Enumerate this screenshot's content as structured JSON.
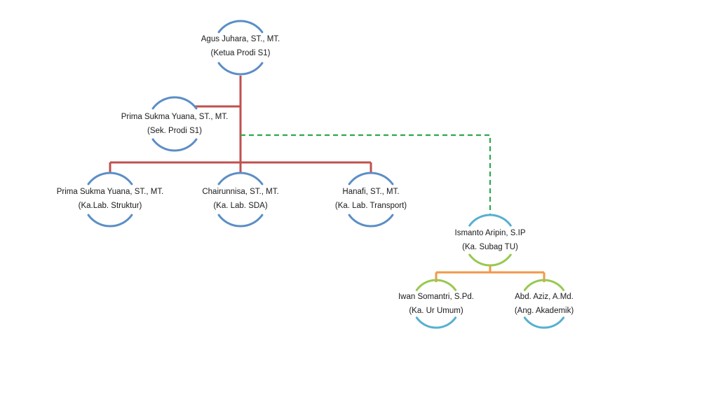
{
  "org_chart": {
    "head": {
      "name": "Agus Juhara, ST., MT.",
      "role": "(Ketua Prodi S1)",
      "color": "#5b8ec6"
    },
    "secretary": {
      "name": "Prima Sukma Yuana, ST., MT.",
      "role": "(Sek. Prodi S1)",
      "color": "#5b8ec6"
    },
    "labs": [
      {
        "name": "Prima Sukma Yuana, ST., MT.",
        "role": "(Ka.Lab. Struktur)",
        "color": "#5b8ec6"
      },
      {
        "name": "Chairunnisa, ST., MT.",
        "role": "(Ka. Lab. SDA)",
        "color": "#5b8ec6"
      },
      {
        "name": "Hanafi, ST., MT.",
        "role": "(Ka. Lab. Transport)",
        "color": "#5b8ec6"
      }
    ],
    "admin_head": {
      "name": "Ismanto Aripin, S.IP",
      "role": "(Ka. Subag TU)",
      "color_top": "#56b0cf",
      "color_bottom": "#97c94f"
    },
    "staff": [
      {
        "name": "Iwan Somantri, S.Pd.",
        "role": "(Ka. Ur Umum)",
        "color_top": "#97c94f",
        "color_bottom": "#56b0cf"
      },
      {
        "name": "Abd. Aziz, A.Md.",
        "role": "(Ang. Akademik)",
        "color_top": "#97c94f",
        "color_bottom": "#56b0cf"
      }
    ]
  },
  "colors": {
    "academic_line": "#c0504d",
    "coordination_line": "#2ea84f",
    "staff_line": "#f2994a"
  }
}
